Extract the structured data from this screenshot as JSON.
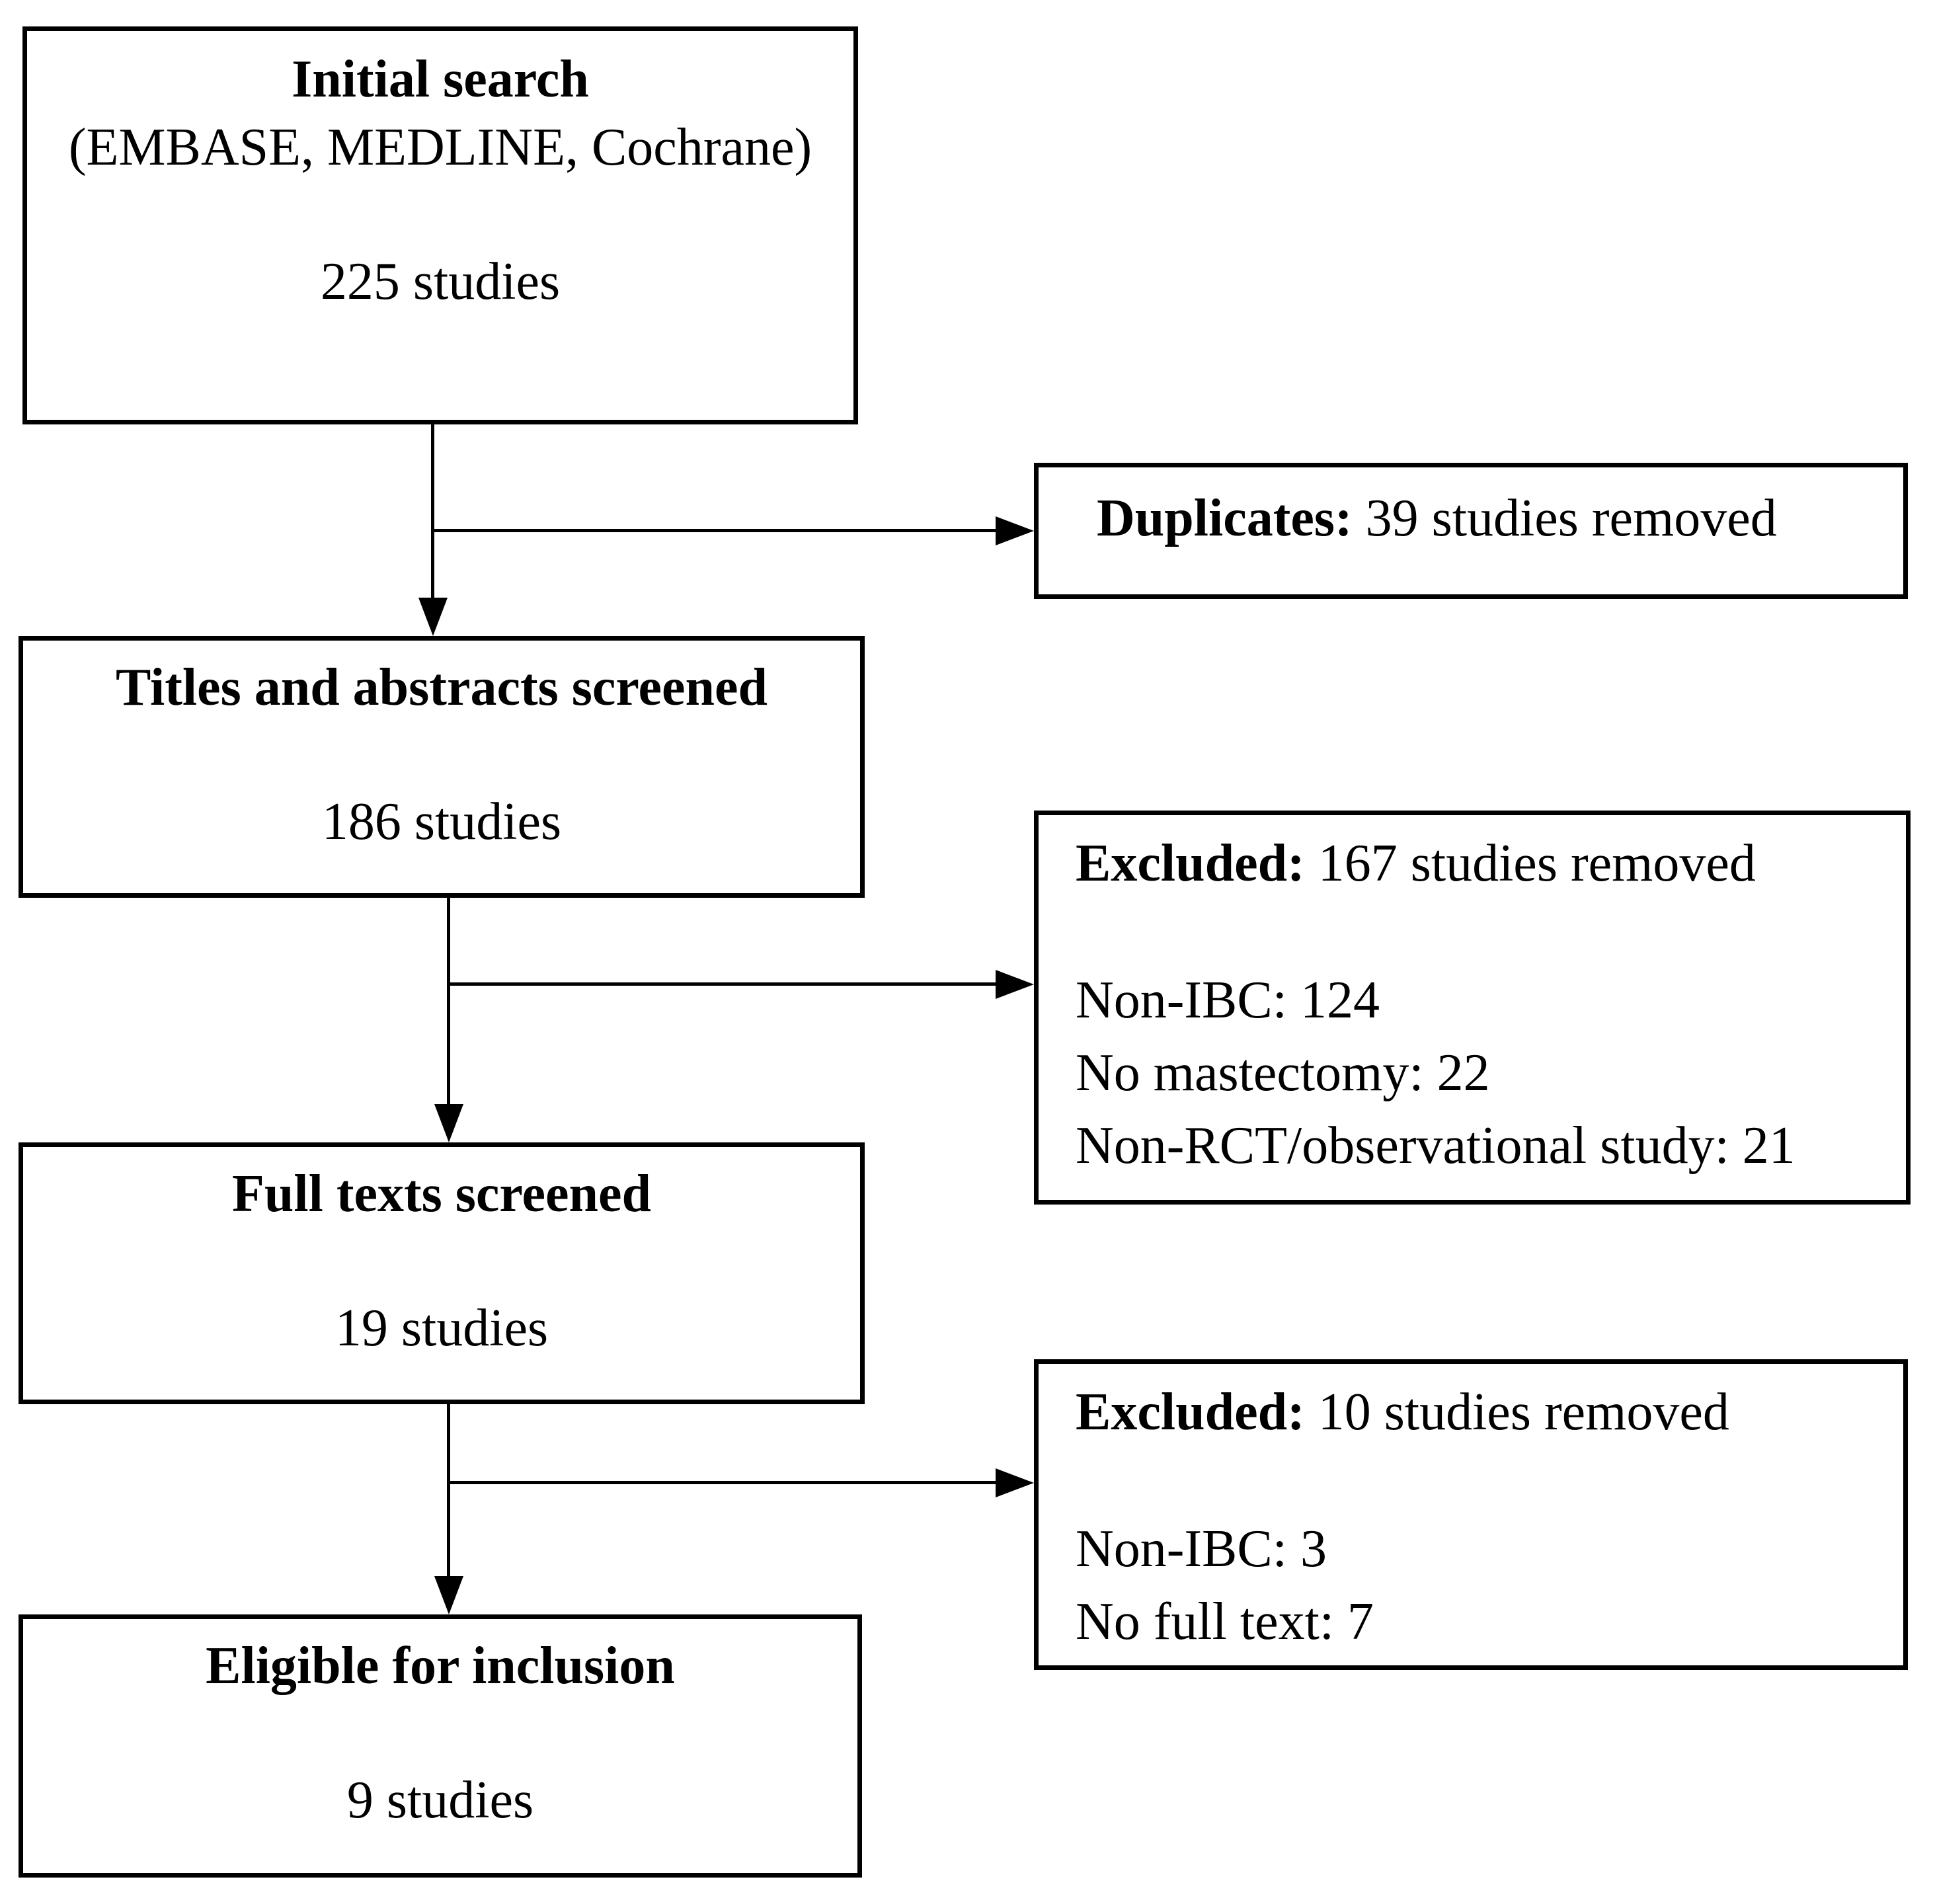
{
  "boxes": {
    "initial": {
      "title": "Initial search",
      "subtitle": "(EMBASE, MEDLINE, Cochrane)",
      "count": "225 studies"
    },
    "screened": {
      "title": "Titles and abstracts screened",
      "count": "186 studies"
    },
    "fulltext": {
      "title": "Full texts screened",
      "count": "19 studies"
    },
    "eligible": {
      "title": "Eligible for inclusion",
      "count": "9 studies"
    },
    "duplicates": {
      "label": "Duplicates:",
      "text": " 39 studies removed"
    },
    "excluded_screening": {
      "label": "Excluded:",
      "text": " 167 studies removed",
      "reasons": [
        "Non-IBC: 124",
        "No mastectomy: 22",
        "Non-RCT/observational study: 21"
      ]
    },
    "excluded_fulltext": {
      "label": "Excluded:",
      "text": " 10 studies removed",
      "reasons": [
        "Non-IBC: 3",
        "No full text: 7"
      ]
    }
  },
  "colors": {
    "background": "#ffffff",
    "line": "#000000",
    "text": "#000000"
  }
}
